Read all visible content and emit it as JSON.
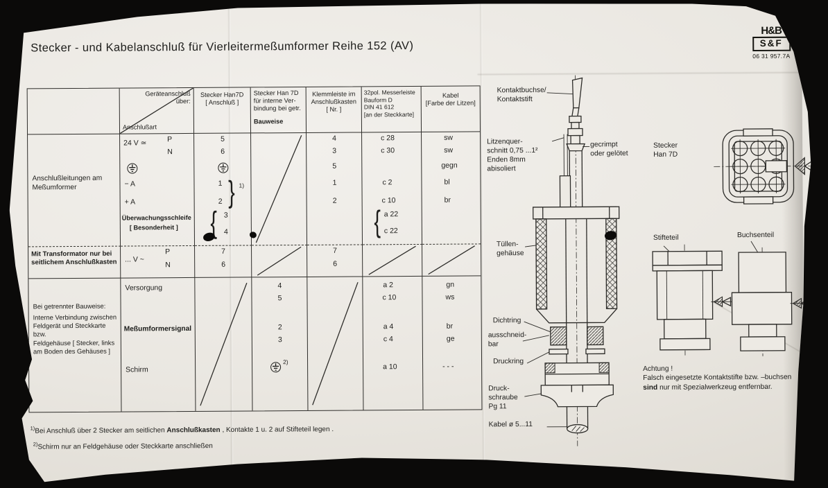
{
  "title": "Stecker - und Kabelanschluß für Vierleitermeßumformer  Reihe 152 (AV)",
  "logo": {
    "top": "H&B",
    "box": "S&F",
    "code": "06 31 957.7A"
  },
  "icons": {
    "earth": "circled-earth-ground-symbol"
  },
  "table": {
    "header": {
      "geraete": "Geräteanschluß\nüber:",
      "art": "Anschlußart",
      "han": "Stecker Han7D\n[ Anschluß ]",
      "han_intern": "Stecker Han 7D\nfür interne  Ver-\nbindung bei getr.",
      "han_intern_bold": "Bauweise",
      "klemm": "Klemmleiste im\nAnschlußkasten\n[ Nr. ]",
      "messer": "32pol. Messerleiste\nBauform D\nDIN 41 612\n[an der Steckkarte]",
      "kabel": "Kabel\n[Farbe der Litzen]"
    },
    "row1": {
      "label": "Anschlußleitungen am\nMeßumformer",
      "volt": "24 V ≃",
      "p": "P",
      "n": "N",
      "minus": "− A",
      "plus": "+ A",
      "ueberw": "Überwachungsschleife",
      "besond": "[ Besonderheit ]",
      "han": [
        "5",
        "6",
        "1",
        "2",
        "3",
        "4"
      ],
      "fn": "1)",
      "klemm": [
        "4",
        "3",
        "5",
        "1",
        "2"
      ],
      "messer": [
        "c 28",
        "c 30",
        "c 2",
        "c 10",
        "a 22",
        "c 22"
      ],
      "kabel": [
        "sw",
        "sw",
        "gegn",
        "bl",
        "br"
      ]
    },
    "row2": {
      "label": "Mit Transformator nur bei\nseitlichem Anschlußkasten",
      "volt": "... V ~",
      "p": "P",
      "n": "N",
      "han": [
        "7",
        "6"
      ],
      "klemm": [
        "7",
        "6"
      ]
    },
    "row3": {
      "label_intro": "Bei getrennter Bauweise:",
      "label_body": "Interne Verbindung zwischen\nFeldgerät und Steckkarte bzw.\nFeldgehäuse [ Stecker, links\nam Boden des Gehäuses ]",
      "versorgung": "Versorgung",
      "signal": "Meßumformersignal",
      "schirm": "Schirm",
      "intern": [
        "4",
        "5",
        "2",
        "3"
      ],
      "fn": "2)",
      "messer": [
        "a 2",
        "c 10",
        "a 4",
        "c 4",
        "a 10"
      ],
      "kabel": [
        "gn",
        "ws",
        "br",
        "ge",
        "- - -"
      ]
    }
  },
  "footnotes": {
    "f1_mark": "1)",
    "f1_a": "Bei Anschluß über 2 Stecker am seitlichen ",
    "f1_b": "Anschlußkasten",
    "f1_c": " ,  Kontakte  1 u. 2  auf  Stifteteil  legen .",
    "f2_mark": "2)",
    "f2_a": "Schirm nur an  Feldgehäuse oder  Steckkarte  anschließen"
  },
  "diagram": {
    "kontakt": "Kontaktbuchse/\nKontaktstift",
    "litzen": "Litzenquer-\nschnitt  0,75 ...1²\nEnden   8mm\nabisoliert",
    "gecrimpt": "gecrimpt\noder gelötet",
    "stecker": "Stecker\nHan 7D",
    "tuelle": "Tüllen-\ngehäuse",
    "dichtring": "Dichtring",
    "ausschneidbar": "ausschneid-\nbar",
    "druckring": "Druckring",
    "druckschraube": "Druck-\nschraube\nPg  11",
    "kabel": "Kabel  ø  5...11",
    "stiftteil": "Stifteteil",
    "buchsenteil": "Buchsenteil",
    "achtung_title": "Achtung !",
    "achtung_line1": "Falsch eingesetzte Kontaktstifte bzw. –buchsen",
    "achtung_bold": "sind",
    "achtung_rest": " nur mit  Spezialwerkzeug  entfernbar."
  }
}
